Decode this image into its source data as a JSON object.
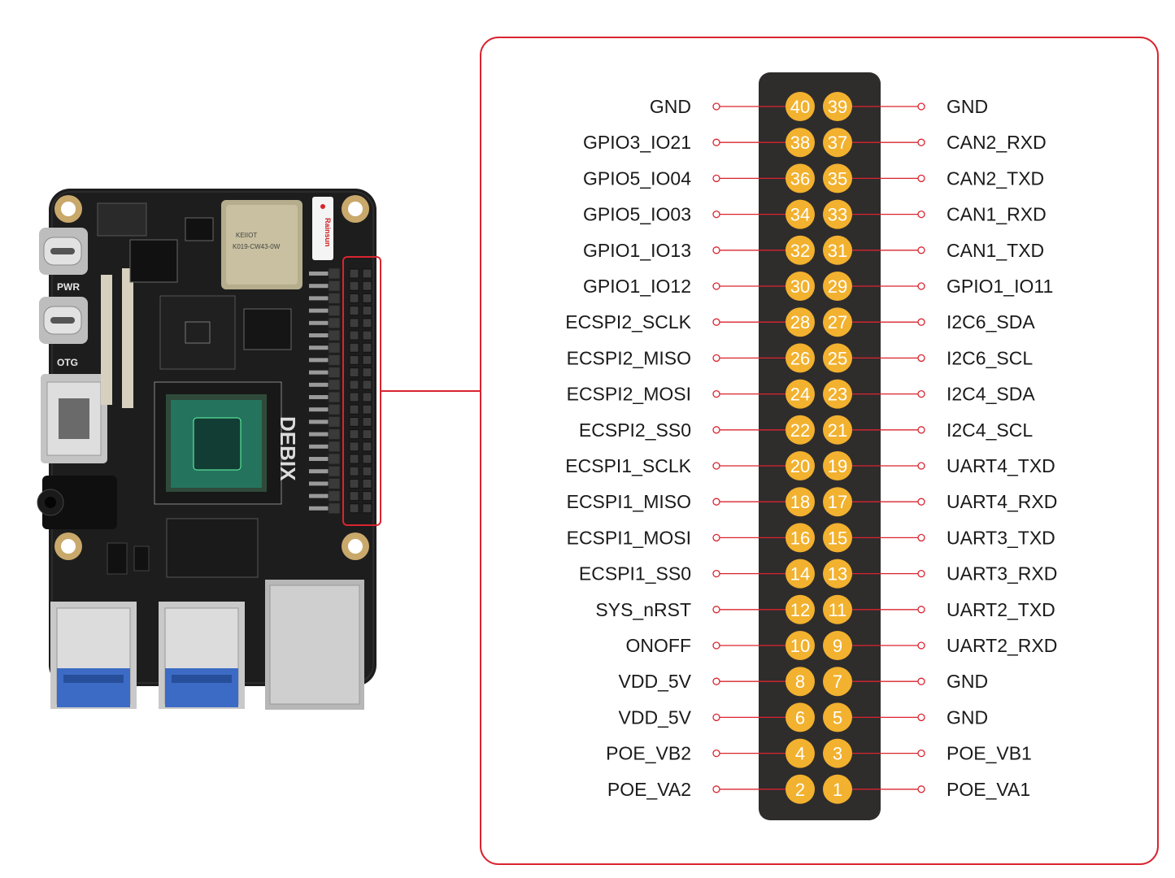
{
  "board": {
    "silkscreen": {
      "pwr": "PWR",
      "otg": "OTG",
      "module_text": "K019-CW43-0W",
      "module_brand": "KEIIOT",
      "brand_logo": "DEBIX",
      "sticker": "Rainsun"
    }
  },
  "colors": {
    "callout_border": "#d9242f",
    "header_bg": "#2f2c2c",
    "pin_fill": "#f2b12e",
    "leader_line": "#d9242f",
    "pcb": "#1c1c1c"
  },
  "header": {
    "pins": [
      {
        "left": {
          "num": "40",
          "label": "GND"
        },
        "right": {
          "num": "39",
          "label": "GND"
        }
      },
      {
        "left": {
          "num": "38",
          "label": "GPIO3_IO21"
        },
        "right": {
          "num": "37",
          "label": "CAN2_RXD"
        }
      },
      {
        "left": {
          "num": "36",
          "label": "GPIO5_IO04"
        },
        "right": {
          "num": "35",
          "label": "CAN2_TXD"
        }
      },
      {
        "left": {
          "num": "34",
          "label": "GPIO5_IO03"
        },
        "right": {
          "num": "33",
          "label": "CAN1_RXD"
        }
      },
      {
        "left": {
          "num": "32",
          "label": "GPIO1_IO13"
        },
        "right": {
          "num": "31",
          "label": "CAN1_TXD"
        }
      },
      {
        "left": {
          "num": "30",
          "label": "GPIO1_IO12"
        },
        "right": {
          "num": "29",
          "label": "GPIO1_IO11"
        }
      },
      {
        "left": {
          "num": "28",
          "label": "ECSPI2_SCLK"
        },
        "right": {
          "num": "27",
          "label": "I2C6_SDA"
        }
      },
      {
        "left": {
          "num": "26",
          "label": "ECSPI2_MISO"
        },
        "right": {
          "num": "25",
          "label": "I2C6_SCL"
        }
      },
      {
        "left": {
          "num": "24",
          "label": "ECSPI2_MOSI"
        },
        "right": {
          "num": "23",
          "label": "I2C4_SDA"
        }
      },
      {
        "left": {
          "num": "22",
          "label": "ECSPI2_SS0"
        },
        "right": {
          "num": "21",
          "label": "I2C4_SCL"
        }
      },
      {
        "left": {
          "num": "20",
          "label": "ECSPI1_SCLK"
        },
        "right": {
          "num": "19",
          "label": "UART4_TXD"
        }
      },
      {
        "left": {
          "num": "18",
          "label": "ECSPI1_MISO"
        },
        "right": {
          "num": "17",
          "label": "UART4_RXD"
        }
      },
      {
        "left": {
          "num": "16",
          "label": "ECSPI1_MOSI"
        },
        "right": {
          "num": "15",
          "label": "UART3_TXD"
        }
      },
      {
        "left": {
          "num": "14",
          "label": "ECSPI1_SS0"
        },
        "right": {
          "num": "13",
          "label": "UART3_RXD"
        }
      },
      {
        "left": {
          "num": "12",
          "label": "SYS_nRST"
        },
        "right": {
          "num": "11",
          "label": "UART2_TXD"
        }
      },
      {
        "left": {
          "num": "10",
          "label": "ONOFF"
        },
        "right": {
          "num": "9",
          "label": "UART2_RXD"
        }
      },
      {
        "left": {
          "num": "8",
          "label": "VDD_5V"
        },
        "right": {
          "num": "7",
          "label": "GND"
        }
      },
      {
        "left": {
          "num": "6",
          "label": "VDD_5V"
        },
        "right": {
          "num": "5",
          "label": "GND"
        }
      },
      {
        "left": {
          "num": "4",
          "label": "POE_VB2"
        },
        "right": {
          "num": "3",
          "label": "POE_VB1"
        }
      },
      {
        "left": {
          "num": "2",
          "label": "POE_VA2"
        },
        "right": {
          "num": "1",
          "label": "POE_VA1"
        }
      }
    ]
  }
}
